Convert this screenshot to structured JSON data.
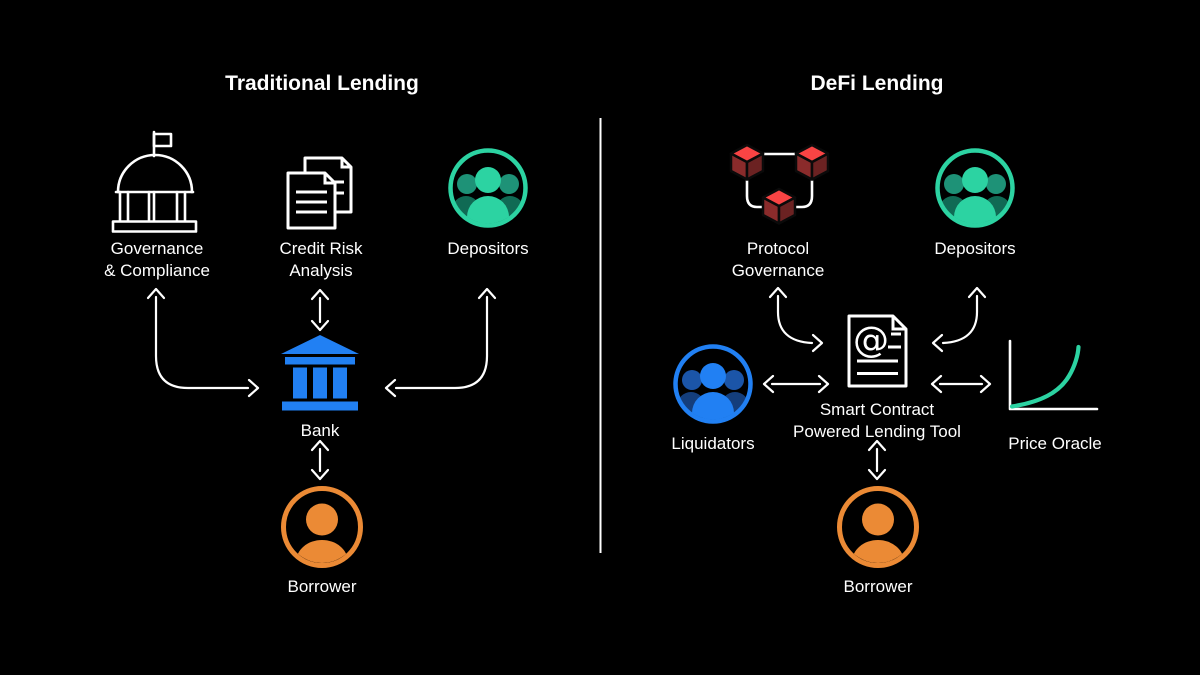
{
  "colors": {
    "background": "#000000",
    "white": "#FFFFFF",
    "teal": "#2CD3A2",
    "teal_dark": "#1E9277",
    "teal_darker": "#106A54",
    "blue": "#2180F3",
    "blue_dark": "#1B55A8",
    "blue_darker": "#143E7C",
    "orange": "#EB8A35",
    "red": "#F94444",
    "red_dark_left": "#8A2B2B",
    "red_dark_right": "#6B2222"
  },
  "left_panel": {
    "title": "Traditional Lending",
    "nodes": {
      "governance": {
        "line1": "Governance",
        "line2": "& Compliance",
        "icon": "government-building-icon"
      },
      "credit_risk": {
        "line1": "Credit Risk",
        "line2": "Analysis",
        "icon": "documents-icon"
      },
      "depositors": {
        "label": "Depositors",
        "icon": "people-group-icon"
      },
      "bank": {
        "label": "Bank",
        "icon": "bank-building-icon"
      },
      "borrower": {
        "label": "Borrower",
        "icon": "person-avatar-icon"
      }
    }
  },
  "right_panel": {
    "title": "DeFi Lending",
    "nodes": {
      "protocol_governance": {
        "line1": "Protocol",
        "line2": "Governance",
        "icon": "linked-cubes-icon"
      },
      "depositors": {
        "label": "Depositors",
        "icon": "people-group-icon"
      },
      "liquidators": {
        "label": "Liquidators",
        "icon": "people-group-icon"
      },
      "smart_contract": {
        "line1": "Smart Contract",
        "line2": "Powered Lending Tool",
        "icon": "smart-contract-document-icon"
      },
      "price_oracle": {
        "label": "Price Oracle",
        "icon": "price-curve-icon"
      },
      "borrower": {
        "label": "Borrower",
        "icon": "person-avatar-icon"
      }
    }
  },
  "icons": {
    "smart_contract_glyph": "@"
  }
}
